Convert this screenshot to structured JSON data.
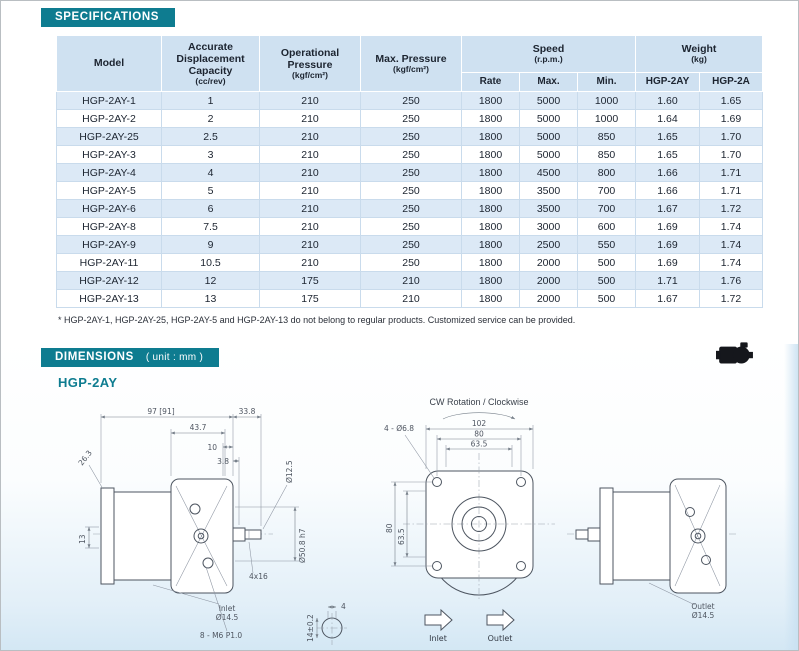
{
  "colors": {
    "banner_bg": "#0e7c90",
    "accent": "#0e7c90",
    "header_bg": "#cfe1f1",
    "row_alt_bg": "#dce9f6",
    "grid_line": "#c9dbec",
    "drawing_line": "#4d5560",
    "dim_line": "#77808a"
  },
  "specifications": {
    "banner": "SPECIFICATIONS",
    "table": {
      "headers": {
        "model": "Model",
        "capacity": "Accurate Displacement Capacity",
        "capacity_unit": "(cc/rev)",
        "op_pressure": "Operational Pressure",
        "pressure_unit": "(kgf/cm²)",
        "max_pressure": "Max. Pressure",
        "speed": "Speed",
        "speed_unit": "(r.p.m.)",
        "rate": "Rate",
        "max": "Max.",
        "min": "Min.",
        "weight": "Weight",
        "weight_unit": "(kg)",
        "w_2ay": "HGP-2AY",
        "w_2a": "HGP-2A"
      },
      "rows": [
        {
          "model": "HGP-2AY-1",
          "capacity": "1",
          "op_pressure": "210",
          "max_pressure": "250",
          "rate": "1800",
          "max": "5000",
          "min": "1000",
          "weight_2ay": "1.60",
          "weight_2a": "1.65"
        },
        {
          "model": "HGP-2AY-2",
          "capacity": "2",
          "op_pressure": "210",
          "max_pressure": "250",
          "rate": "1800",
          "max": "5000",
          "min": "1000",
          "weight_2ay": "1.64",
          "weight_2a": "1.69"
        },
        {
          "model": "HGP-2AY-25",
          "capacity": "2.5",
          "op_pressure": "210",
          "max_pressure": "250",
          "rate": "1800",
          "max": "5000",
          "min": "850",
          "weight_2ay": "1.65",
          "weight_2a": "1.70"
        },
        {
          "model": "HGP-2AY-3",
          "capacity": "3",
          "op_pressure": "210",
          "max_pressure": "250",
          "rate": "1800",
          "max": "5000",
          "min": "850",
          "weight_2ay": "1.65",
          "weight_2a": "1.70"
        },
        {
          "model": "HGP-2AY-4",
          "capacity": "4",
          "op_pressure": "210",
          "max_pressure": "250",
          "rate": "1800",
          "max": "4500",
          "min": "800",
          "weight_2ay": "1.66",
          "weight_2a": "1.71"
        },
        {
          "model": "HGP-2AY-5",
          "capacity": "5",
          "op_pressure": "210",
          "max_pressure": "250",
          "rate": "1800",
          "max": "3500",
          "min": "700",
          "weight_2ay": "1.66",
          "weight_2a": "1.71"
        },
        {
          "model": "HGP-2AY-6",
          "capacity": "6",
          "op_pressure": "210",
          "max_pressure": "250",
          "rate": "1800",
          "max": "3500",
          "min": "700",
          "weight_2ay": "1.67",
          "weight_2a": "1.72"
        },
        {
          "model": "HGP-2AY-8",
          "capacity": "7.5",
          "op_pressure": "210",
          "max_pressure": "250",
          "rate": "1800",
          "max": "3000",
          "min": "600",
          "weight_2ay": "1.69",
          "weight_2a": "1.74"
        },
        {
          "model": "HGP-2AY-9",
          "capacity": "9",
          "op_pressure": "210",
          "max_pressure": "250",
          "rate": "1800",
          "max": "2500",
          "min": "550",
          "weight_2ay": "1.69",
          "weight_2a": "1.74"
        },
        {
          "model": "HGP-2AY-11",
          "capacity": "10.5",
          "op_pressure": "210",
          "max_pressure": "250",
          "rate": "1800",
          "max": "2000",
          "min": "500",
          "weight_2ay": "1.69",
          "weight_2a": "1.74"
        },
        {
          "model": "HGP-2AY-12",
          "capacity": "12",
          "op_pressure": "175",
          "max_pressure": "210",
          "rate": "1800",
          "max": "2000",
          "min": "500",
          "weight_2ay": "1.71",
          "weight_2a": "1.76"
        },
        {
          "model": "HGP-2AY-13",
          "capacity": "13",
          "op_pressure": "175",
          "max_pressure": "210",
          "rate": "1800",
          "max": "2000",
          "min": "500",
          "weight_2ay": "1.67",
          "weight_2a": "1.72"
        }
      ]
    },
    "footnote": "* HGP-2AY-1, HGP-2AY-25, HGP-2AY-5 and HGP-2AY-13 do not belong to regular products. Customized service can be provided."
  },
  "dimensions": {
    "banner": "DIMENSIONS",
    "unit_label": "( unit : mm )",
    "model_label": "HGP-2AY",
    "drawing": {
      "left": {
        "len_total": "97 [91]",
        "len_shaft": "33.8",
        "len_flange": "43.7",
        "len_step": "10",
        "len_spigot": "3.8",
        "chamfer": "26.3",
        "offset_13": "13",
        "shaft_dia": "Ø12.5",
        "pilot_dia": "Ø50.8 h7",
        "key_size": "4x16",
        "port_label": "Inlet",
        "port_dia": "Ø14.5",
        "thread_note": "8 - M6 P1.0"
      },
      "front": {
        "rotation_label": "CW Rotation / Clockwise",
        "width": "102",
        "bolt_span": "80",
        "port_span": "63.5",
        "bolt_note": "4 - Ø6.8",
        "height_bolt": "80",
        "height_port": "63.5",
        "detail_width": "4",
        "detail_depth": "14±0.2",
        "inlet_label": "Inlet",
        "outlet_label": "Outlet"
      },
      "right": {
        "port_label": "Outlet",
        "port_dia": "Ø14.5"
      }
    }
  }
}
